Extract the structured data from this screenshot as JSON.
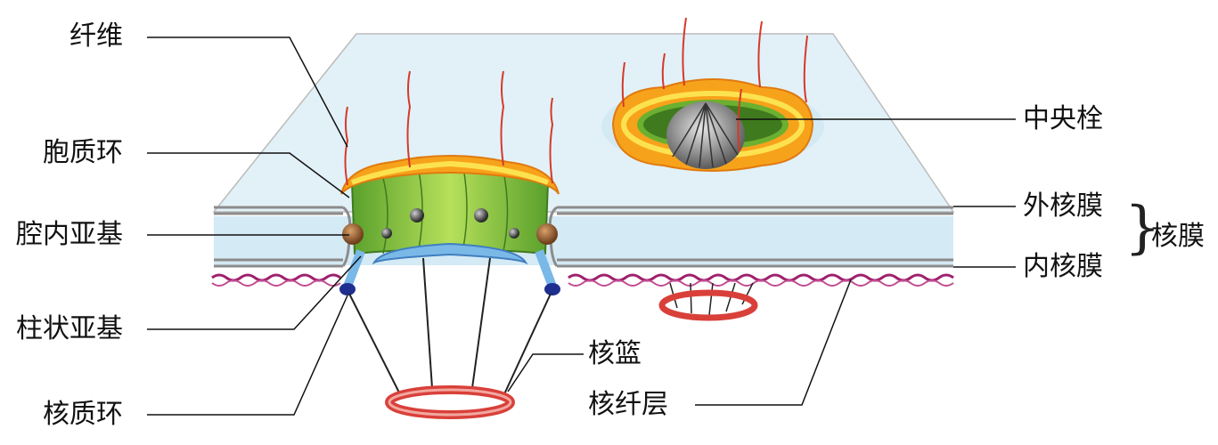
{
  "labels": {
    "fiber": "纤维",
    "cytoplasmic_ring": "胞质环",
    "luminal_subunit": "腔内亚基",
    "column_subunit": "柱状亚基",
    "nuclear_ring": "核质环",
    "central_plug": "中央栓",
    "outer_membrane": "外核膜",
    "inner_membrane": "内核膜",
    "nuclear_envelope": "核膜",
    "nuclear_basket": "核篮",
    "nuclear_lamina": "核纤层"
  },
  "colors": {
    "membrane_fill": "#dff0f7",
    "membrane_edge": "#9a9a9a",
    "lamina": "#a0206e",
    "pore_green": "#8cc63f",
    "ring_orange": "#f7a21b",
    "ring_yellow": "#fde24f",
    "fiber_red": "#d43a2a",
    "basket_red": "#d9403a",
    "luminal_brown": "#a86a3c",
    "nuclear_blue": "#7ab8e8",
    "column_navy": "#1f2f8f"
  }
}
